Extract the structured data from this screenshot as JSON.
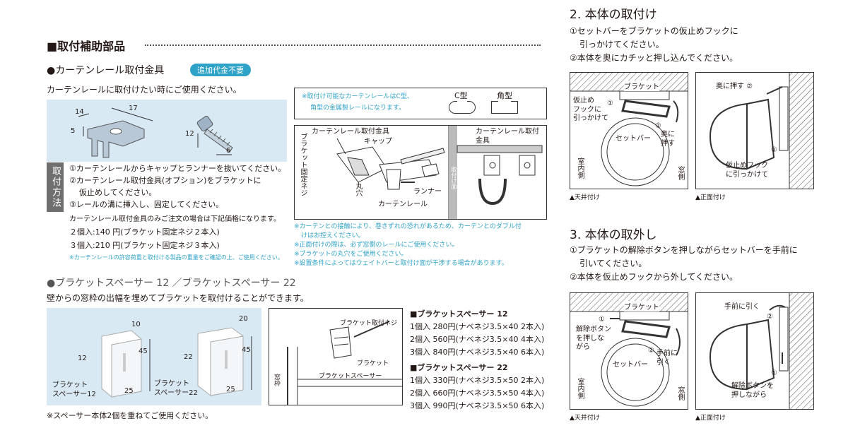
{
  "left": {
    "title": "■取付補助部品",
    "rail": {
      "heading": "●カーテンレール取付金具",
      "badge": "追加代金不要",
      "desc": "カーテンレールに取付けたい時にご使用ください。",
      "dims": {
        "d14": "14",
        "d17": "17",
        "d5": "5",
        "d12": "12",
        "d6": "6"
      },
      "method_tag": "取付方法",
      "steps": [
        "①カーテンレールからキャップとランナーを抜いてください。",
        "②カーテンレール取付金具(オプション)をブラケットに",
        "仮止めしてください。",
        "③レールの溝に挿入し、固定してください。"
      ],
      "price_note": "カーテンレール取付金具のみご注文の場合は下記価格になります。",
      "prices": [
        "２個入:140 円(ブラケット固定ネジ２本入)",
        "３個入:210 円(ブラケット固定ネジ３本入)"
      ],
      "warn": "※カーテンレールの許容荷重と取付ける製品の重量をご確認の上、ご使用ください。"
    },
    "rail_types": {
      "note1": "※取付け可能なカーテンレールはC型、",
      "note2": "角型の金属製レールになります。",
      "c_label": "C型",
      "square_label": "角型"
    },
    "rail_diagram": {
      "fitting": "カーテンレール取付金具",
      "bracket_screw": "ブラケット固定ネジ",
      "cap": "キャップ",
      "hole": "丸穴",
      "runner": "ランナー",
      "rail": "カーテンレール",
      "fitting2": "カーテンレール取付金具",
      "mount_face": "取付け面"
    },
    "rail_notes": [
      "※カーテンとの接触により、巻きずれの恐れがあるため、カーテンとのダブル付",
      "けはお控えください。",
      "※正面付けの際は、必ず窓側のレールにご使用ください。",
      "※ブラケットの丸穴をご使用ください。",
      "※設置条件によってはウェイトバーと取付け面が干渉する場合があります。"
    ],
    "spacer": {
      "heading": "●ブラケットスペーサー 12 ／ブラケットスペーサー 22",
      "desc": "壁からの窓枠の出幅を埋めてブラケットを取付けることができます。",
      "s12_dims": {
        "a": "10",
        "b": "12",
        "c": "45",
        "d": "25"
      },
      "s22_dims": {
        "a": "20",
        "b": "22",
        "c": "45",
        "d": "25"
      },
      "s12_label1": "ブラケット",
      "s12_label2": "スペーサー12",
      "s22_label1": "ブラケット",
      "s22_label2": "スペーサー22",
      "footnote": "※スペーサー本体2個を重ねてご使用ください。",
      "diagram": {
        "screw": "ブラケット取付ネジ",
        "bracket": "ブラケット",
        "spacer": "ブラケットスペーサー",
        "frame": "窓枠"
      },
      "list12_title": "■ブラケットスペーサー 12",
      "list12": [
        "1個入 280円(ナベネジ3.5×40 2本入)",
        "2個入 560円(ナベネジ3.5×40 4本入)",
        "3個入 840円(ナベネジ3.5×40 6本入)"
      ],
      "list22_title": "■ブラケットスペーサー 22",
      "list22": [
        "1個入 330円(ナベネジ3.5×50 2本入)",
        "2個入 660円(ナベネジ3.5×50 4本入)",
        "3個入 990円(ナベネジ3.5×50 6本入)"
      ]
    }
  },
  "right": {
    "install": {
      "heading": "2. 本体の取付け",
      "steps": [
        "①セットバーをブラケットの仮止めフックに",
        "引っかけてください。",
        "②本体を奥にカチッと押し込んでください。"
      ],
      "ceiling": {
        "bracket": "ブラケット",
        "n1": "①",
        "hook1": "仮止め",
        "hook2": "フックに",
        "hook3": "引っかけて",
        "setbar": "セットバー",
        "n2": "②",
        "push1": "奥に",
        "push2": "押す",
        "indoor": "室内側",
        "window": "窓側",
        "caption": "▲天井付け"
      },
      "front": {
        "push": "奥に押す ②",
        "n1": "①",
        "hook1": "仮止めフック",
        "hook2": "に引っかけて",
        "caption": "▲正面付け"
      }
    },
    "remove": {
      "heading": "3. 本体の取外し",
      "steps": [
        "①ブラケットの解除ボタンを押しながらセットバーを手前に",
        "引いてください。",
        "②本体を仮止めフックから外してください。"
      ],
      "ceiling": {
        "bracket": "ブラケット",
        "n1": "①",
        "btn1": "解除ボタン",
        "btn2": "を押しな",
        "btn3": "がら",
        "setbar": "セットバー",
        "n2": "②",
        "pull1": "手前に",
        "pull2": "引く",
        "indoor": "室内側",
        "window": "窓側",
        "caption": "▲天井付け"
      },
      "front": {
        "pull": "手前に引く",
        "n2": "②",
        "n1": "①",
        "btn1": "解除ボタンを",
        "btn2": "押しながら",
        "caption": "▲正面付け"
      }
    }
  }
}
